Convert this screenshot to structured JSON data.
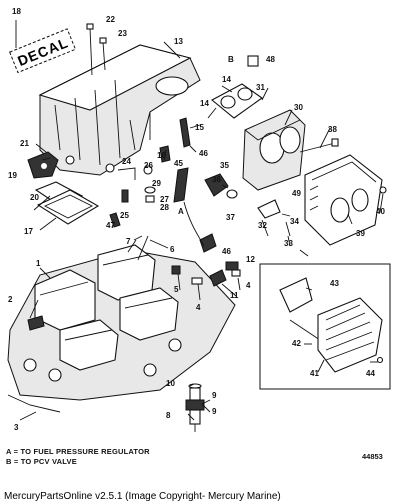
{
  "decal_text": "DECAL",
  "legend": {
    "a": "A = TO FUEL PRESSURE REGULATOR",
    "b": "B = TO PCV VALVE"
  },
  "diagram_number": "44853",
  "footer": "MercuryPartsOnline v2.5.1 (Image Copyright- Mercury Marine)",
  "callouts": {
    "c1": "1",
    "c2": "2",
    "c3": "3",
    "c4a": "4",
    "c4b": "4",
    "c5": "5",
    "c6": "6",
    "c7": "7",
    "c8": "8",
    "c9a": "9",
    "c9b": "9",
    "c10": "10",
    "c11": "11",
    "c12": "12",
    "c13": "13",
    "c14a": "14",
    "c14b": "14",
    "c15": "15",
    "c16": "16",
    "c17": "17",
    "c18": "18",
    "c19": "19",
    "c20": "20",
    "c21": "21",
    "c22": "22",
    "c23": "23",
    "c24": "24",
    "c25": "25",
    "c26": "26",
    "c27": "27",
    "c28": "28",
    "c29": "29",
    "c30": "30",
    "c31": "31",
    "c32": "32",
    "c33": "33",
    "c34": "34",
    "c35": "35",
    "c36": "36",
    "c37": "37",
    "c38": "38",
    "c39": "39",
    "c40": "40",
    "c41": "41",
    "c42": "42",
    "c43": "43",
    "c44": "44",
    "c45": "45",
    "c46a": "46",
    "c46b": "46",
    "c47": "47",
    "c48": "48",
    "c49": "49",
    "refA": "A",
    "refB": "B"
  }
}
